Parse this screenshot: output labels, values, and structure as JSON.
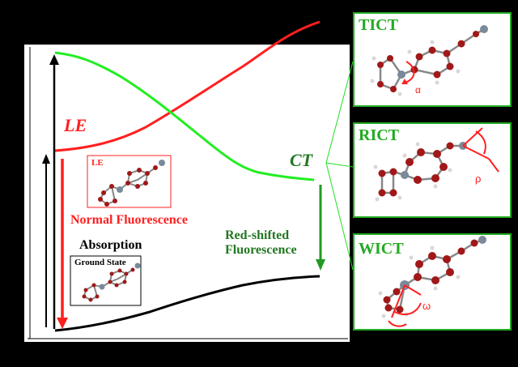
{
  "colors": {
    "background": "#000000",
    "panel": "#ffffff",
    "le_curve": "#ff1f1f",
    "ct_curve": "#22ee22",
    "ground_curve": "#000000",
    "axis": "#000000",
    "absorption_arrow": "#000000",
    "normal_fluor_arrow": "#ff1f1f",
    "red_fluor_arrow": "#229922",
    "right_box_border": "#22aa22",
    "connector_lines": "#22dd22",
    "le_box_border": "#ff2222",
    "atom_carbon": "#a01818",
    "atom_nitrogen": "#7a8a9a",
    "atom_hydrogen": "#d8d8d8",
    "bond": "#888888"
  },
  "icons": {
    "le_molecule": "molecule-structure",
    "ground_state_molecule": "molecule-structure",
    "tict_molecule": "molecule-structure-twisted",
    "rict_molecule": "molecule-structure-rehybridized",
    "wict_molecule": "molecule-structure-wagged",
    "tict_rotation": "rotation-arrow",
    "rict_rotation": "rotation-arrow",
    "wict_rotation": "rotation-arrow"
  },
  "labels": {
    "le_state": "LE",
    "ct_state": "CT",
    "normal_fluorescence": "Normal Fluorescence",
    "absorption": "Absorption",
    "red_shifted_line1": "Red-shifted",
    "red_shifted_line2": "Fluorescence",
    "le_box_title": "LE",
    "ground_state_box_title": "Ground State"
  },
  "conformers": [
    {
      "id": "tict",
      "title": "TICT",
      "angle_label": "α"
    },
    {
      "id": "rict",
      "title": "RICT",
      "angle_label": "ρ"
    },
    {
      "id": "wict",
      "title": "WICT",
      "angle_label": "ω"
    }
  ]
}
